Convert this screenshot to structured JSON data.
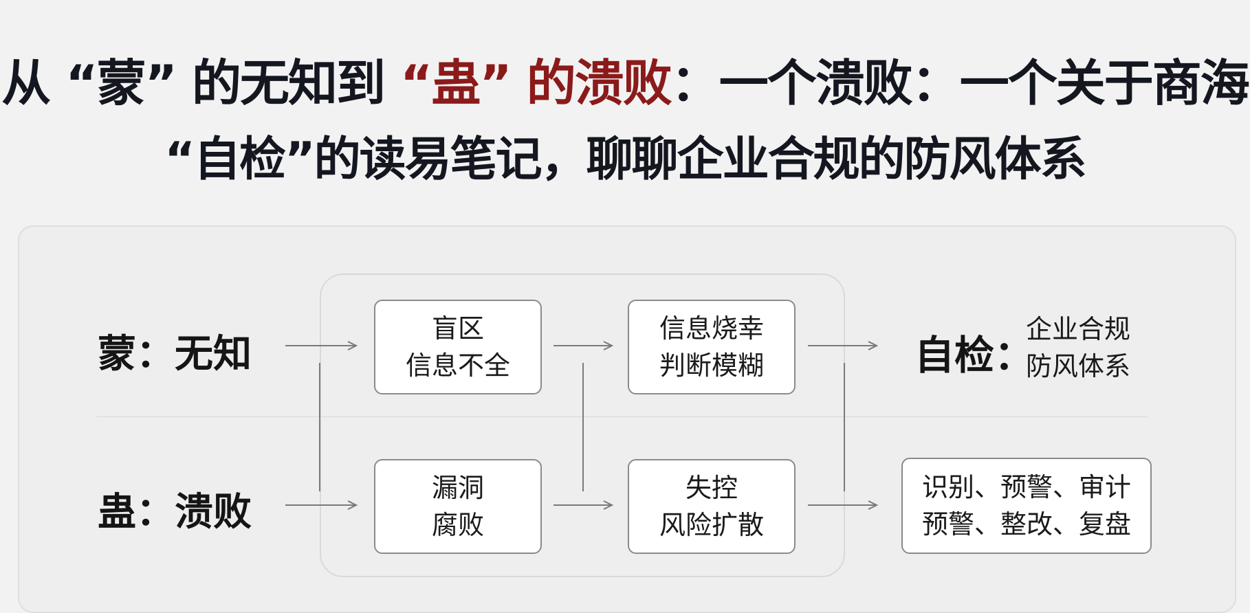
{
  "title": {
    "line1": {
      "part1": "从 “蒙” 的无知到 ",
      "part2": "“蛊” 的溃败",
      "part3": "：一个溃败：一个关于商海"
    },
    "line2": "“自检”的读易笔记，聊聊企业合规的防风体系"
  },
  "diagram": {
    "row_top_label": "蒙：无知",
    "row_bottom_label": "蛊：溃败",
    "box_top_1": [
      "盲区",
      "信息不全"
    ],
    "box_top_2": [
      "信息烧幸",
      "判断模糊"
    ],
    "box_bottom_1": [
      "漏洞",
      "腐败"
    ],
    "box_bottom_2": [
      "失控",
      "风险扩散"
    ],
    "self_check_label": "自检：",
    "self_check_text": [
      "企业合规",
      "防风体系"
    ],
    "box_bottom_3": [
      "识别、预警、审计",
      "预警、整改、复盘"
    ]
  },
  "colors": {
    "accent_red": "#8b1a1a",
    "text_dark": "#141720",
    "arrow": "#7a7a7a",
    "box_border": "#8a8a8a"
  }
}
